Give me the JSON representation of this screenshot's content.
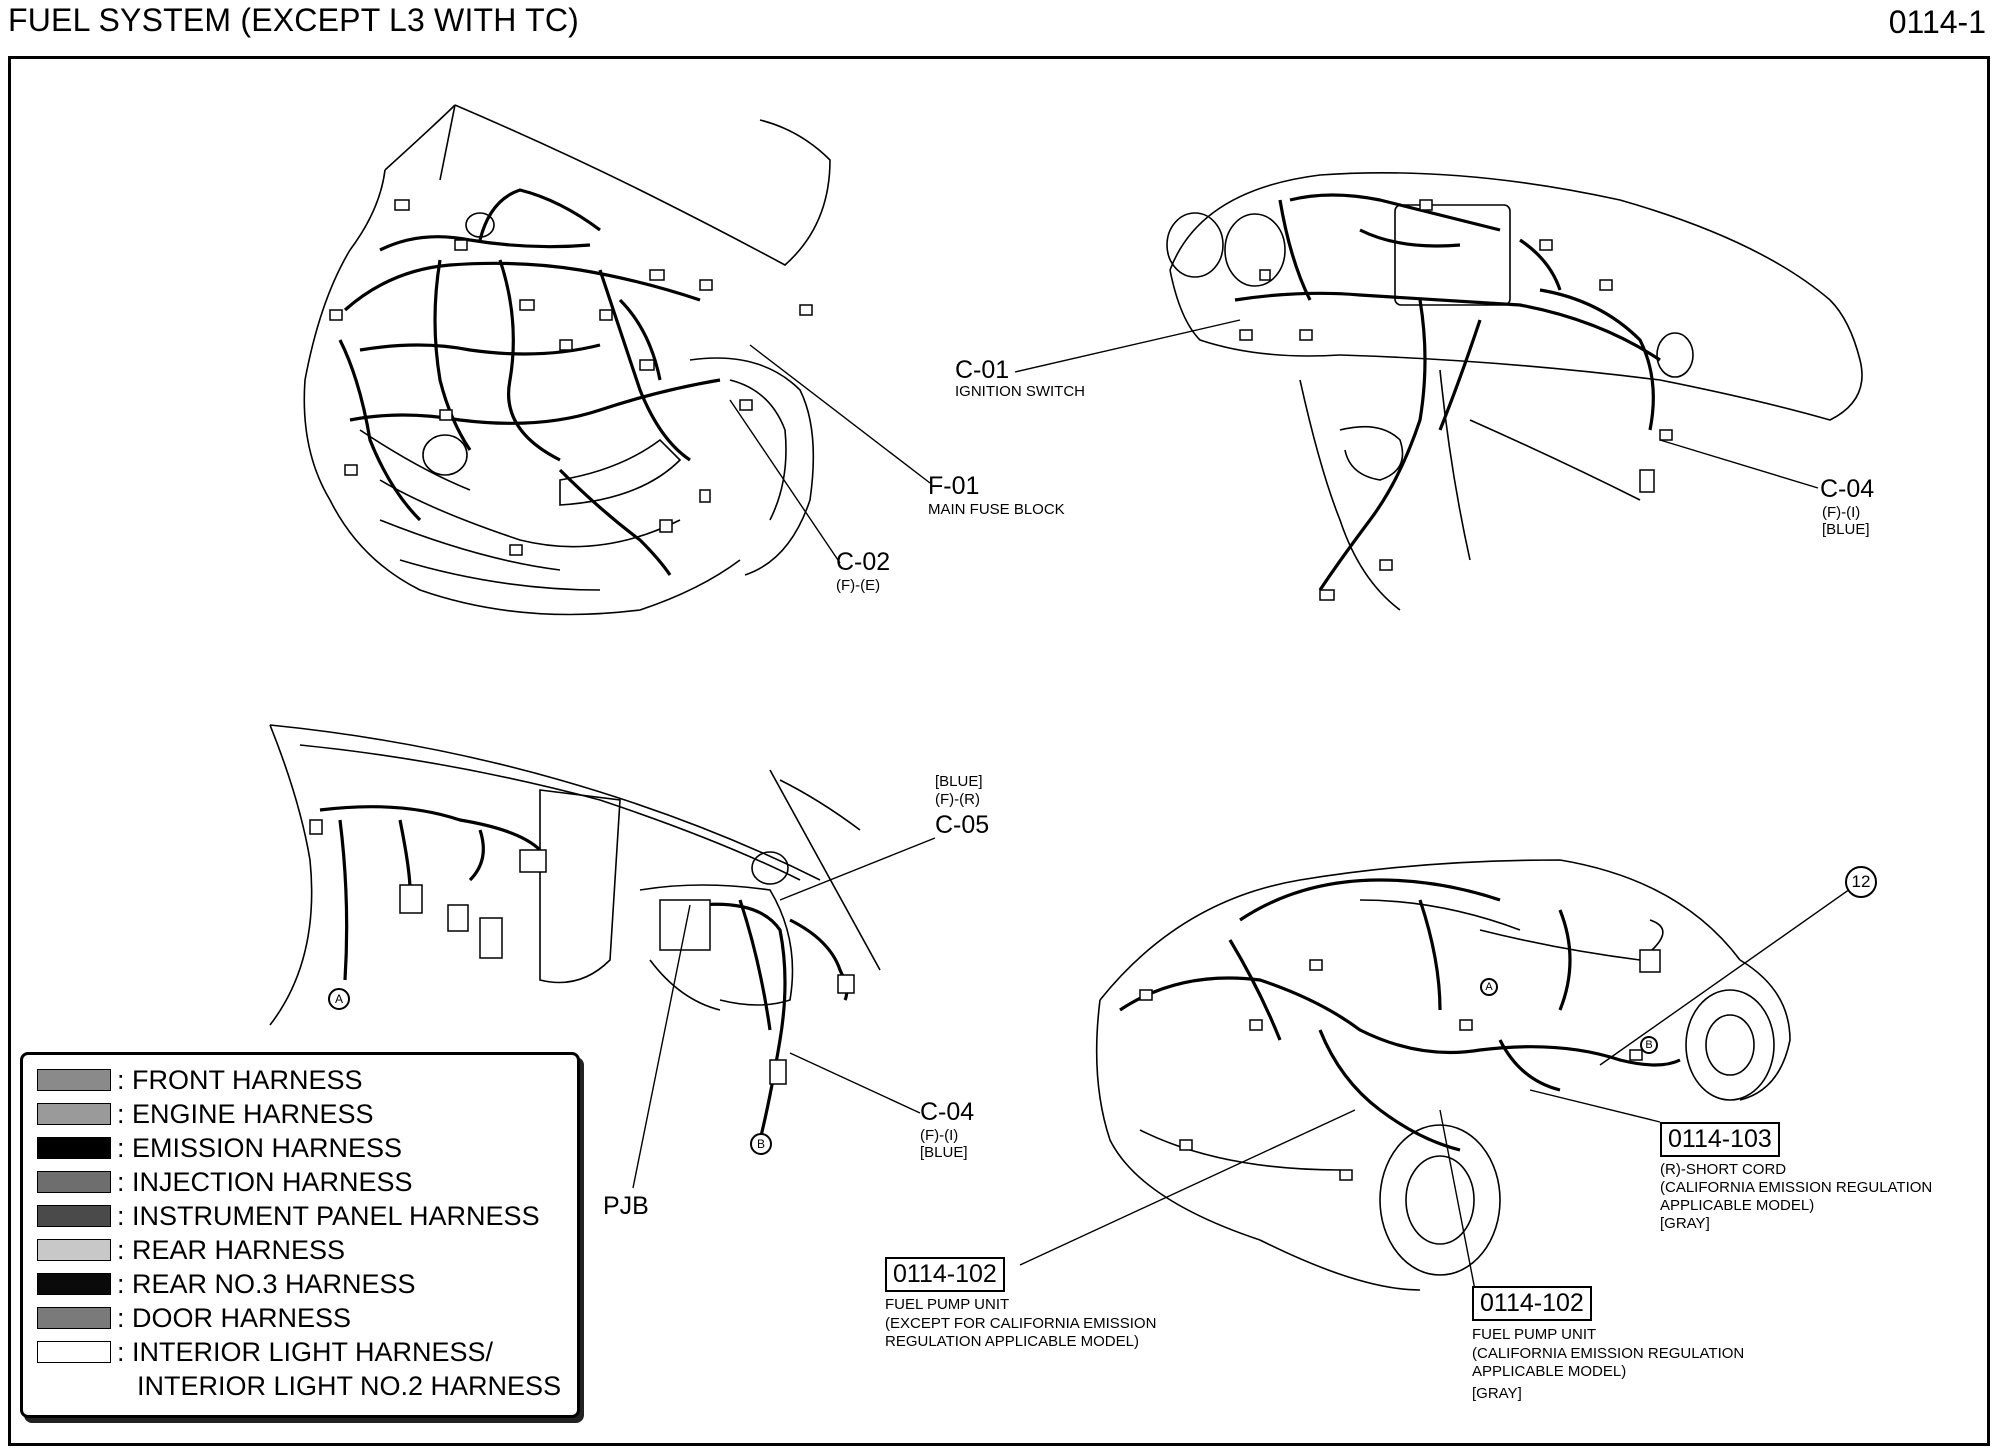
{
  "header": {
    "title": "FUEL SYSTEM (EXCEPT L3 WITH TC)",
    "page_number": "0114-1"
  },
  "callouts": {
    "c01": {
      "code": "C-01",
      "desc": "IGNITION SWITCH"
    },
    "f01": {
      "code": "F-01",
      "desc": "MAIN FUSE BLOCK"
    },
    "c02": {
      "code": "C-02",
      "sub": "(F)-(E)"
    },
    "c04_top": {
      "code": "C-04",
      "sub": "(F)-(I)",
      "color": "[BLUE]"
    },
    "c05": {
      "code": "C-05",
      "color": "[BLUE]",
      "sub": "(F)-(R)"
    },
    "c04_mid": {
      "code": "C-04",
      "sub": "(F)-(I)",
      "color": "[BLUE]"
    },
    "pjb": "PJB",
    "circle_12": "12",
    "ref_0114_103": {
      "code": "0114-103",
      "line1": "(R)-SHORT CORD",
      "line2": "(CALIFORNIA EMISSION REGULATION",
      "line3": "APPLICABLE MODEL)",
      "color": "[GRAY]"
    },
    "ref_0114_102_left": {
      "code": "0114-102",
      "line1": "FUEL PUMP UNIT",
      "line2": "(EXCEPT FOR CALIFORNIA EMISSION",
      "line3": "REGULATION APPLICABLE MODEL)"
    },
    "ref_0114_102_right": {
      "code": "0114-102",
      "line1": "FUEL PUMP UNIT",
      "line2": "(CALIFORNIA EMISSION REGULATION",
      "line3": "APPLICABLE MODEL)",
      "color": "[GRAY]"
    }
  },
  "connector_marks": {
    "a": "A",
    "b": "B"
  },
  "legend": {
    "items": [
      {
        "label": ": FRONT HARNESS",
        "color": "#8a8a8a"
      },
      {
        "label": ": ENGINE HARNESS",
        "color": "#9a9a9a"
      },
      {
        "label": ": EMISSION HARNESS",
        "color": "#000000"
      },
      {
        "label": ": INJECTION HARNESS",
        "color": "#6e6e6e"
      },
      {
        "label": ": INSTRUMENT PANEL HARNESS",
        "color": "#4a4a4a"
      },
      {
        "label": ": REAR HARNESS",
        "color": "#c8c8c8"
      },
      {
        "label": ": REAR NO.3 HARNESS",
        "color": "#0a0a0a"
      },
      {
        "label": ": DOOR HARNESS",
        "color": "#7a7a7a"
      },
      {
        "label": ": INTERIOR LIGHT HARNESS/",
        "color": "#ffffff"
      }
    ],
    "continuation": "INTERIOR LIGHT NO.2 HARNESS"
  }
}
